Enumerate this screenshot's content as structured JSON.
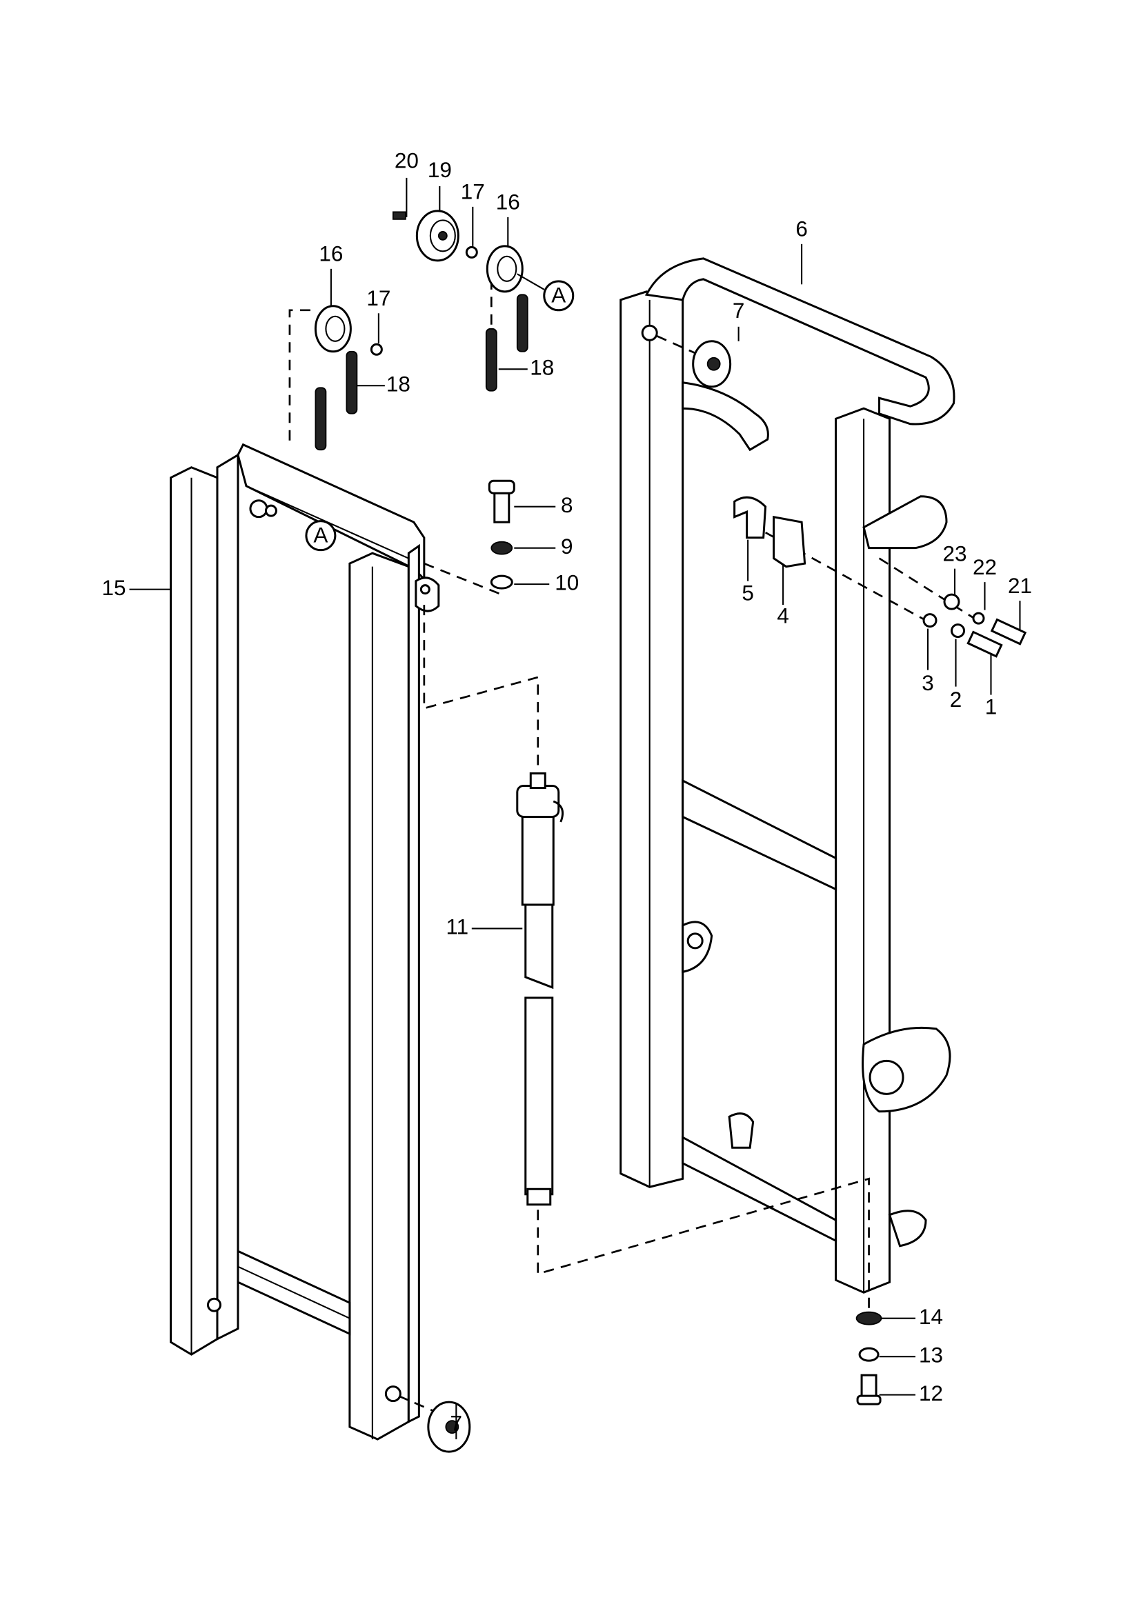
{
  "callouts": [
    "20",
    "19",
    "17",
    "16",
    "A",
    "16",
    "17",
    "18",
    "18",
    "6",
    "7",
    "8",
    "9",
    "10",
    "15",
    "A",
    "5",
    "4",
    "23",
    "22",
    "21",
    "3",
    "2",
    "1",
    "11",
    "14",
    "13",
    "12",
    "7"
  ]
}
